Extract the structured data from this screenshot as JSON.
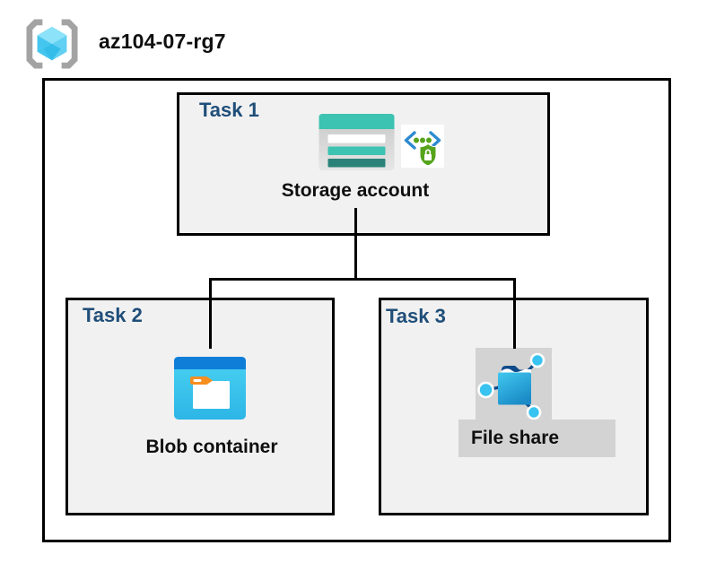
{
  "header": {
    "title": "az104-07-rg7",
    "icon": "resource-group-icon"
  },
  "diagram": {
    "tasks": [
      {
        "id": "task1",
        "label": "Task 1",
        "item": "Storage account",
        "icons": [
          "storage-account-icon",
          "code-security-lock-icon"
        ]
      },
      {
        "id": "task2",
        "label": "Task 2",
        "item": "Blob container",
        "icons": [
          "blob-container-icon"
        ]
      },
      {
        "id": "task3",
        "label": "Task 3",
        "item": "File share",
        "icons": [
          "file-share-icon"
        ]
      }
    ],
    "connections": [
      {
        "from": "Storage account",
        "to": "Blob container"
      },
      {
        "from": "Storage account",
        "to": "File share"
      }
    ]
  },
  "colors": {
    "accent": "#1F4E79",
    "border": "#000000",
    "box_fill": "#F1F1F1",
    "band_gray": "#D3D3D3",
    "teal": "#3CC3B1",
    "teal_dark": "#2A8278",
    "blob_blue": "#0F7ED9",
    "blob_cyan": "#3FC9EF",
    "orange": "#F78F20",
    "green": "#55A41C",
    "code_blue": "#2E8BD0",
    "node_cyan": "#38C3F0",
    "navy": "#0D4A8A",
    "bracket_gray": "#A3A3A3",
    "cube_blue": "#5FCFF2"
  }
}
